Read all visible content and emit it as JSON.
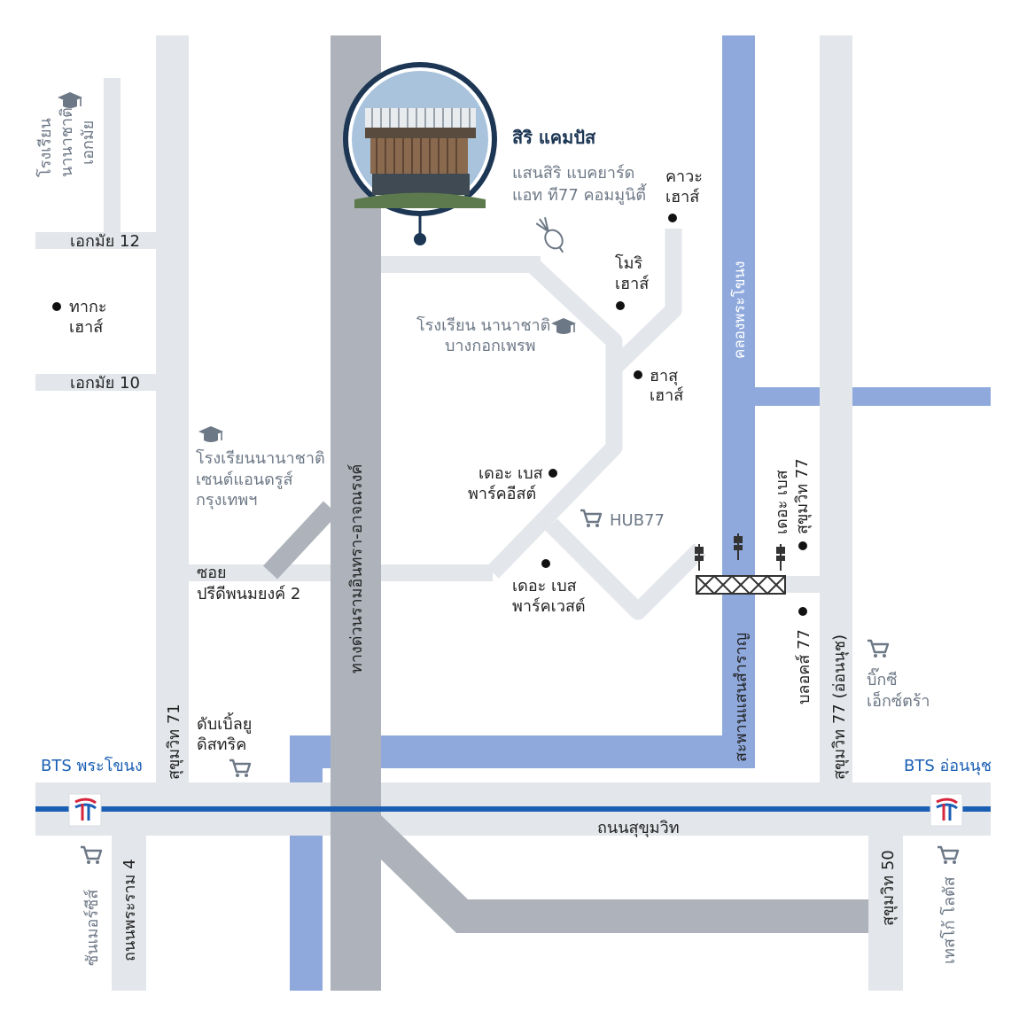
{
  "colors": {
    "road": "#e3e6ea",
    "expressway": "#aeb3bb",
    "canal": "#8fa9dd",
    "bts_line": "#1a5fb4",
    "campus_ring": "#1c3654",
    "text_dark": "#222222",
    "text_grey": "#6d7886"
  },
  "campus": {
    "name": "สิริ แคมปัส",
    "subtitle_line1": "แสนสิริ แบคยาร์ด",
    "subtitle_line2": "แอท ที77 คอมมูนิตี้"
  },
  "roads": {
    "ekamai12": "เอกมัย 12",
    "ekamai10": "เอกมัย 10",
    "soi_line1": "ซอย",
    "soi_line2": "ปรีดีพนมยงค์ 2",
    "sukhumvit71": "สุขุมวิท 71",
    "expressway": "ทางด่วนรามอินทรา-อาจณรงค์",
    "sukhumvit_road": "ถนนสุขุมวิท",
    "rama4": "ถนนพระราม 4",
    "sukhumvit50": "สุขุมวิท 50",
    "sukhumvit77_onnut": "สุขุมวิท 77 (อ่อนนุช)",
    "block77": "บลอคส์ 77",
    "bridge": "สะพานแสนสำราญ"
  },
  "canal": {
    "name": "คลองพระโขนง"
  },
  "bts": {
    "phra_khanong": "BTS พระโขนง",
    "on_nut": "BTS อ่อนนุช"
  },
  "schools": {
    "nanachat_ekamai_line1": "โรงเรียน",
    "nanachat_ekamai_line2": "นานาชาติ",
    "nanachat_ekamai_line3": "เอกมัย",
    "bangkok_prep_line1": "โรงเรียน นานาชาติ",
    "bangkok_prep_line2": "บางกอกเพรพ",
    "st_andrews_line1": "โรงเรียนนานาชาติ",
    "st_andrews_line2": "เซนต์แอนดรูส์",
    "st_andrews_line3": "กรุงเทพฯ"
  },
  "places": {
    "taka_line1": "ทากะ",
    "taka_line2": "เฮาส์",
    "kawa_line1": "คาวะ",
    "kawa_line2": "เฮาส์",
    "mori_line1": "โมริ",
    "mori_line2": "เฮาส์",
    "hasu_line1": "ฮาสุ",
    "hasu_line2": "เฮาส์",
    "base_east_line1": "เดอะ เบส",
    "base_east_line2": "พาร์คอีสต์",
    "base_west_line1": "เดอะ เบส",
    "base_west_line2": "พาร์คเวสต์",
    "base_77_line1": "เดอะ เบส",
    "base_77_line2": "สุขุมวิท 77"
  },
  "shopping": {
    "hub77": "HUB77",
    "w_district_line1": "ดับเบิ้ลยู",
    "w_district_line2": "ดิสทริค",
    "big_c_line1": "บิ๊กซี",
    "big_c_line2": "เอ็กซ์ตร้า",
    "century": "ซันเมอร์ซีส์",
    "tesco": "เทสโก้ โลตัส"
  },
  "icons": {
    "school": "graduation-cap-icon",
    "shop": "shopping-cart-icon",
    "bts": "bts-logo-icon",
    "bridge": "bridge-icon",
    "backyard": "vegetable-icon"
  }
}
